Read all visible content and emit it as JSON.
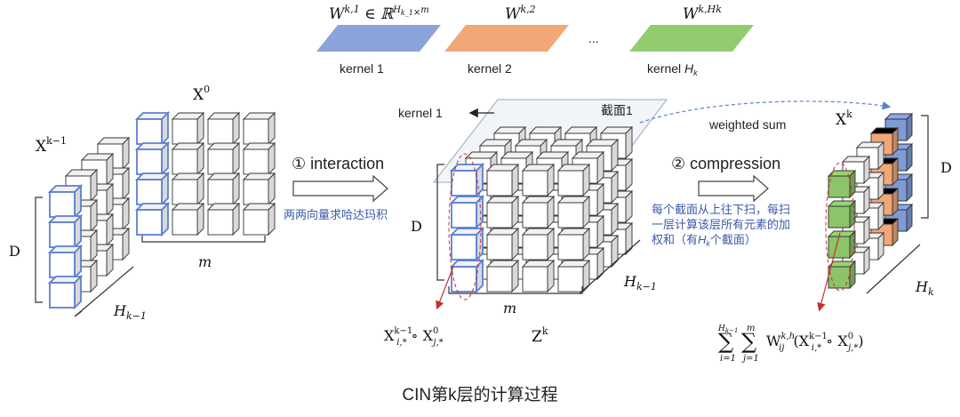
{
  "kernels": [
    {
      "math": "W^{k,1} ∈ ℝ^{H_{k-1}×m}",
      "label": "kernel 1",
      "color": "#8aa3d8"
    },
    {
      "math": "W^{k,2}",
      "label": "kernel 2",
      "color": "#f2a777"
    },
    {
      "math": "W^{k,Hk}",
      "label": "kernel H_k",
      "color": "#93cc6e"
    }
  ],
  "kernel_ellipsis": "...",
  "labels": {
    "x0": "X⁰",
    "xk1": "X^{k−1}",
    "xk": "X^k",
    "d_left": "D",
    "d_mid": "D",
    "d_right": "D",
    "m_left": "m",
    "m_mid": "m",
    "h_left": "H_{k−1}",
    "h_mid": "H_{k−1}",
    "h_right": "H_k",
    "zk": "Z^k",
    "kernel1_arrow": "kernel 1",
    "section1": "截面1",
    "weighted_sum": "weighted sum",
    "interaction": "① interaction",
    "interaction_note": "两两向量求哈达玛积",
    "compression": "② compression",
    "compression_note_1": "每个截面从上往下扫，每扫",
    "compression_note_2": "一层计算该层所有元素的加",
    "compression_note_3": "权和（有H_k个截面）",
    "hadamard": "X^{k−1}_{i,*} ∘ X^0_{j,*}",
    "formula": "Σ_{i=1}^{H_{k−1}} Σ_{j=1}^{m} W^{k,h}_{ij}(X^{k−1}_{i,*} ∘ X^0_{j,*})",
    "caption": "CIN第k层的计算过程"
  },
  "colors": {
    "highlight": "#5b7fd1",
    "red": "#c9302c",
    "green": "#8cc46a",
    "orange": "#f2a777",
    "blue": "#7f9bd6"
  }
}
